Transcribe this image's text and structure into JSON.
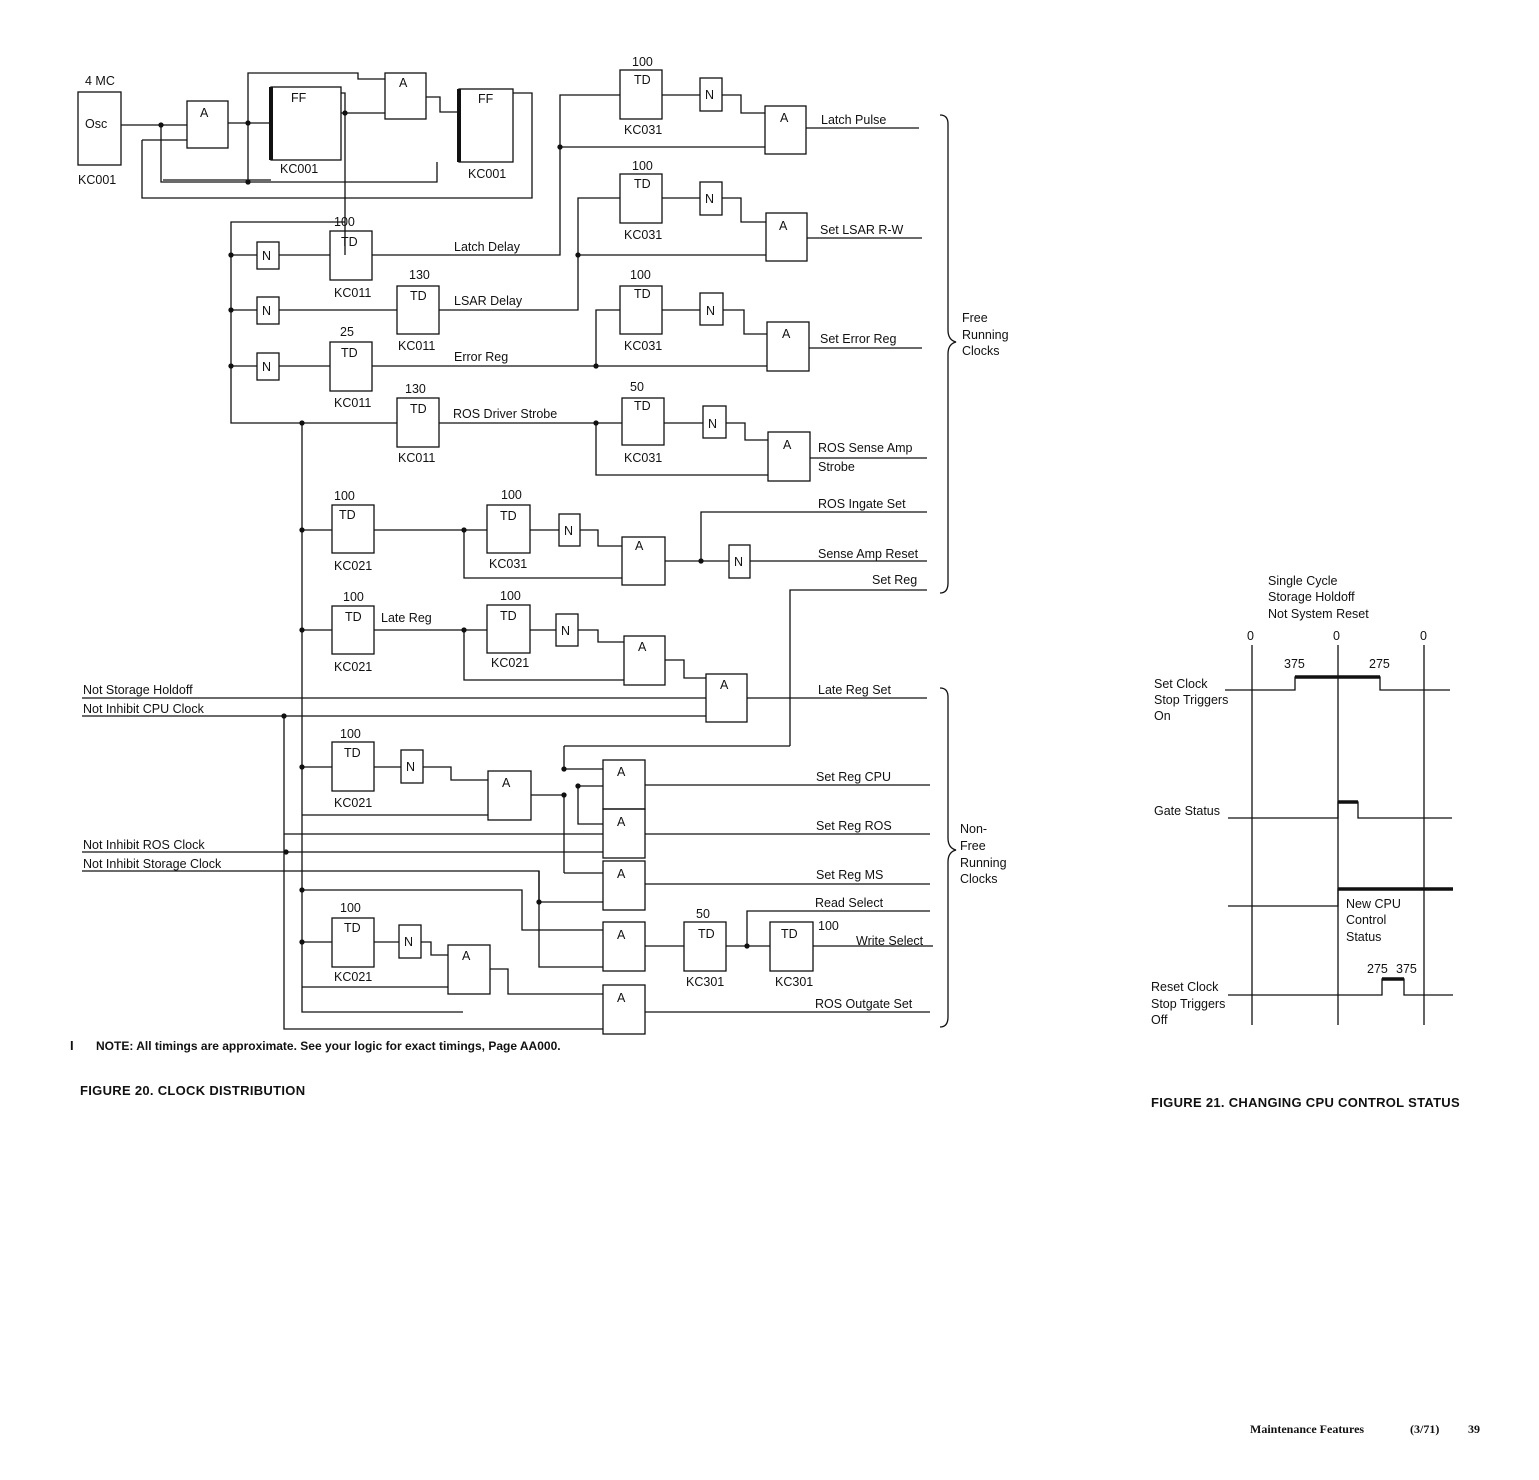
{
  "figure20": {
    "caption": "FIGURE 20.  CLOCK DISTRIBUTION",
    "note_marker": "I",
    "note": "NOTE: All timings are approximate.  See your logic for exact timings, Page AA000.",
    "osc_freq": "4 MC",
    "osc": "Osc",
    "osc_card": "KC001",
    "gate_and": "A",
    "gate_not": "N",
    "flipflop": "FF",
    "delay": "TD",
    "ff1_card": "KC001",
    "ff2_card": "KC001",
    "delays": {
      "d1": {
        "time": "100",
        "card": "KC011"
      },
      "d2": {
        "time": "130",
        "card": "KC011"
      },
      "d3": {
        "time": "25",
        "card": "KC011"
      },
      "d4": {
        "time": "130",
        "card": "KC011"
      },
      "d5": {
        "time": "100",
        "card": "KC031"
      },
      "d6": {
        "time": "100",
        "card": "KC031"
      },
      "d7": {
        "time": "100",
        "card": "KC031"
      },
      "d8": {
        "time": "50",
        "card": "KC031"
      },
      "d9": {
        "time": "100",
        "card": "KC021"
      },
      "d10": {
        "time": "100",
        "card": "KC031"
      },
      "d11": {
        "time": "100",
        "card": "KC021"
      },
      "d12": {
        "time": "100",
        "card": "KC021"
      },
      "d13": {
        "time": "100",
        "card": "KC021"
      },
      "d14": {
        "time": "100",
        "card": "KC021"
      },
      "d15": {
        "time": "50",
        "card": "KC301"
      },
      "d16": {
        "time": "100",
        "card": "KC301"
      }
    },
    "signals": {
      "latch_delay": "Latch Delay",
      "lsar_delay": "LSAR Delay",
      "error_reg": "Error Reg",
      "ros_driver_strobe": "ROS Driver Strobe",
      "late_reg": "Late Reg"
    },
    "inputs": {
      "not_storage_holdoff": "Not Storage Holdoff",
      "not_inhibit_cpu_clock": "Not Inhibit CPU Clock",
      "not_inhibit_ros_clock": "Not Inhibit ROS Clock",
      "not_inhibit_storage_clock": "Not Inhibit Storage Clock"
    },
    "outputs": {
      "latch_pulse": "Latch Pulse",
      "set_lsar_rw": "Set LSAR R-W",
      "set_error_reg": "Set Error Reg",
      "ros_sense_amp": "ROS Sense Amp",
      "strobe": "Strobe",
      "ros_ingate_set": "ROS Ingate Set",
      "sense_amp_reset": "Sense Amp Reset",
      "set_reg": "Set Reg",
      "late_reg_set": "Late Reg Set",
      "set_reg_cpu": "Set Reg CPU",
      "set_reg_ros": "Set Reg ROS",
      "set_reg_ms": "Set Reg MS",
      "read_select": "Read Select",
      "write_select": "Write Select",
      "ros_outgate_set": "ROS Outgate Set"
    },
    "groups": {
      "free_running": [
        "Free",
        "Running",
        "Clocks"
      ],
      "non_free_running": [
        "Non-",
        "Free",
        "Running",
        "Clocks"
      ]
    }
  },
  "figure21": {
    "caption": "FIGURE 21.  CHANGING CPU CONTROL STATUS",
    "header": [
      "Single Cycle",
      "Storage Holdoff",
      "Not System Reset"
    ],
    "zeros": [
      "0",
      "0",
      "0"
    ],
    "set_clock_label": [
      "Set Clock",
      "Stop Triggers",
      "On"
    ],
    "set_times": [
      "375",
      "275"
    ],
    "gate_status": "Gate Status",
    "new_cpu_label": [
      "New CPU",
      "Control",
      "Status"
    ],
    "reset_times": [
      "275",
      "375"
    ],
    "reset_clock_label": [
      "Reset Clock",
      "Stop Triggers",
      "Off"
    ]
  },
  "footer": {
    "section": "Maintenance Features",
    "date": "(3/71)",
    "page": "39"
  }
}
